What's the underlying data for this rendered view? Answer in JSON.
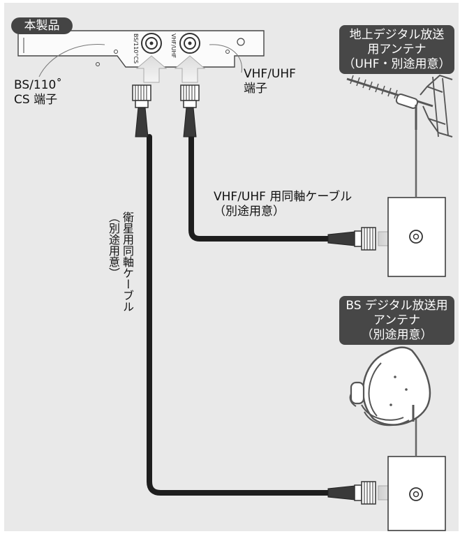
{
  "product_label": "本製品",
  "bs_port_label": [
    "BS/110˚",
    "CS 端子"
  ],
  "vhf_port_label": [
    "VHF/UHF",
    "端子"
  ],
  "bracket_print": {
    "bs": "BS/110°CS",
    "vhf": "VHF/UHF"
  },
  "uhf_antenna_box": [
    "地上デジタル放送",
    "用アンテナ",
    "（UHF・別途用意）"
  ],
  "bs_antenna_box": [
    "BS デジタル放送用",
    "アンテナ",
    "（別途用意）"
  ],
  "vhf_cable_label": [
    "VHF/UHF 用同軸ケーブル",
    "（別途用意）"
  ],
  "sat_cable_label": {
    "main": "衛星用同軸ケーブル",
    "sub": "（別途用意）"
  },
  "colors": {
    "background": "#e9e9e9",
    "label_box": "#474747",
    "cable": "#1e1e1e",
    "arrow": "#c8c8c8"
  },
  "icons": [
    "uhf-antenna-icon",
    "satellite-dish-icon",
    "wall-outlet-icon",
    "coax-connector-icon",
    "insert-arrow-icon"
  ]
}
